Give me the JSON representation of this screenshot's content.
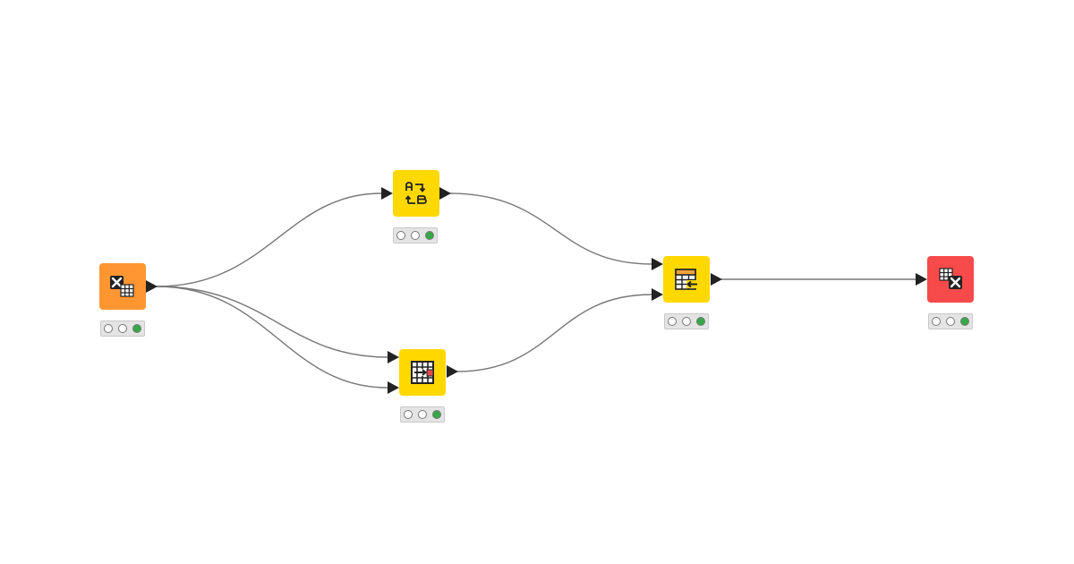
{
  "workflow": {
    "colors": {
      "source": "#ff9632",
      "manipulator": "#ffd800",
      "sink": "#f74a4a",
      "light_off": "#ffffff",
      "light_green": "#35a945",
      "edge": "#777777",
      "port": "#222222"
    },
    "nodes": [
      {
        "id": "excel-reader",
        "kind": "source",
        "icon": "excel-reader-icon",
        "status": [
          "off",
          "off",
          "green"
        ]
      },
      {
        "id": "string-manipulation",
        "kind": "manipulator",
        "icon": "string-manipulation-icon",
        "status": [
          "off",
          "off",
          "green"
        ]
      },
      {
        "id": "column-splitter",
        "kind": "manipulator",
        "icon": "column-splitter-icon",
        "status": [
          "off",
          "off",
          "green"
        ]
      },
      {
        "id": "joiner",
        "kind": "manipulator",
        "icon": "joiner-icon",
        "status": [
          "off",
          "off",
          "green"
        ]
      },
      {
        "id": "excel-writer",
        "kind": "sink",
        "icon": "excel-writer-icon",
        "status": [
          "off",
          "off",
          "green"
        ]
      }
    ],
    "connections": [
      {
        "from": "excel-reader",
        "to": "string-manipulation"
      },
      {
        "from": "excel-reader",
        "to": "column-splitter",
        "port": 1
      },
      {
        "from": "excel-reader",
        "to": "column-splitter",
        "port": 2
      },
      {
        "from": "string-manipulation",
        "to": "joiner",
        "port": 1
      },
      {
        "from": "column-splitter",
        "to": "joiner",
        "port": 2
      },
      {
        "from": "joiner",
        "to": "excel-writer"
      }
    ]
  }
}
